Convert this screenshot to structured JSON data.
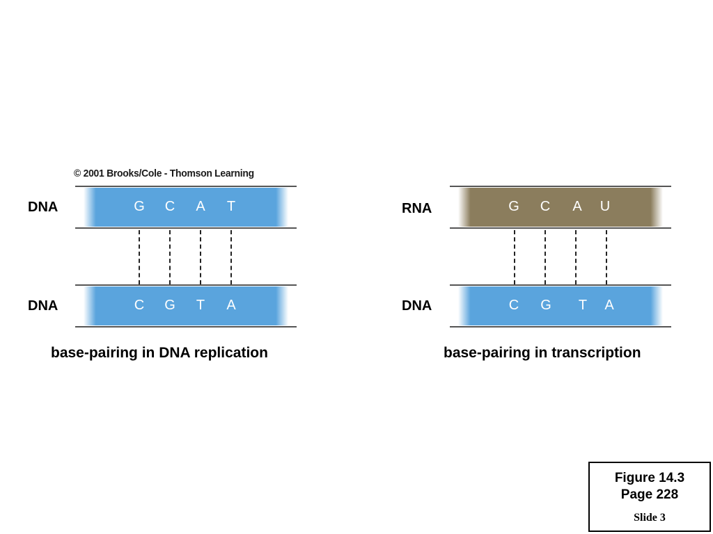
{
  "copyright": "© 2001 Brooks/Cole - Thomson Learning",
  "left_panel": {
    "top_label": "DNA",
    "top_bases": [
      "G",
      "C",
      "A",
      "T"
    ],
    "bottom_label": "DNA",
    "bottom_bases": [
      "C",
      "G",
      "T",
      "A"
    ],
    "caption": "base-pairing in DNA replication"
  },
  "right_panel": {
    "top_label": "RNA",
    "top_bases": [
      "G",
      "C",
      "A",
      "U"
    ],
    "bottom_label": "DNA",
    "bottom_bases": [
      "C",
      "G",
      "T",
      "A"
    ],
    "caption": "base-pairing in transcription"
  },
  "figure_box": {
    "figure": "Figure 14.3",
    "page": "Page 228",
    "slide": "Slide 3"
  },
  "colors": {
    "dna_strand": "#5aa4dd",
    "rna_strand": "#8b7d5d"
  }
}
